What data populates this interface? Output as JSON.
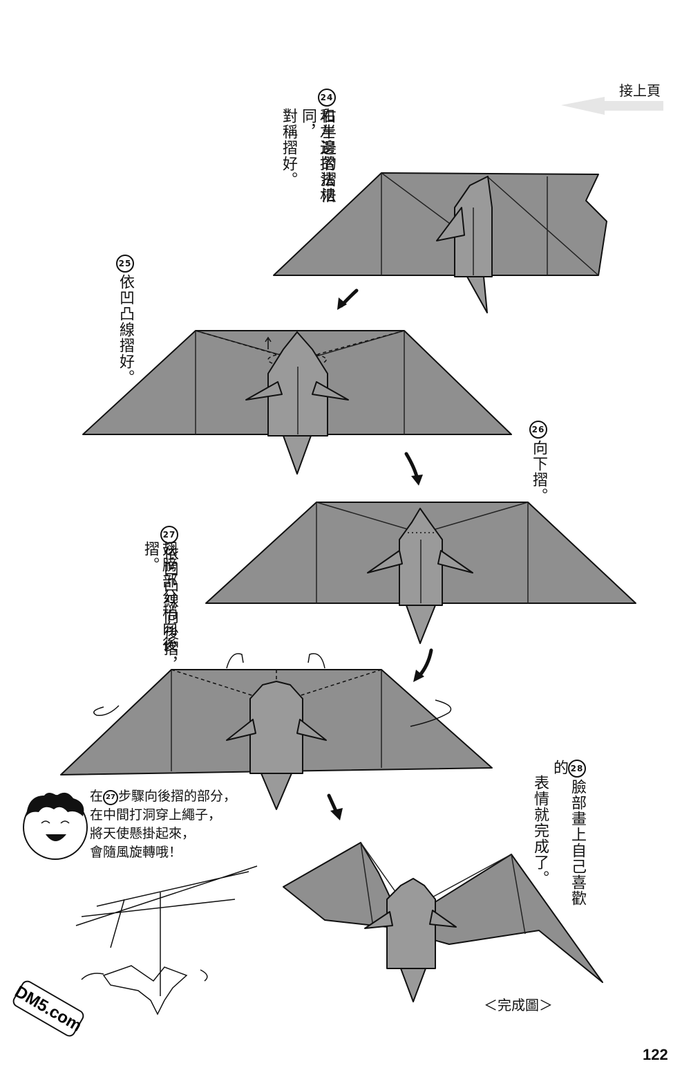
{
  "header": {
    "continue_label": "接上頁"
  },
  "steps": [
    {
      "number": "24",
      "text_col1": "右半邊的摺法",
      "text_col2": "和左邊摺法相同，",
      "text_col3": "對稱摺好。"
    },
    {
      "number": "25",
      "text_col1": "依凹凸線摺好。"
    },
    {
      "number": "26",
      "text_col1": "向下摺。"
    },
    {
      "number": "27",
      "text_col1": "依凹凸線向後摺，",
      "text_col2": "翅膀部分稍向後摺。"
    },
    {
      "number": "28",
      "text_col1": "臉部畫上自己喜歡的",
      "text_col2": "表情就完成了。"
    }
  ],
  "tip": {
    "step_ref": "27",
    "line1_prefix": "在",
    "line1_suffix": "步驟向後摺的部分，",
    "line2": "在中間打洞穿上繩子，",
    "line3": "將天使懸掛起來，",
    "line4": "會隨風旋轉哦！"
  },
  "caption": {
    "completed": "＜完成圖＞"
  },
  "footer": {
    "page_number": "122",
    "watermark": "DM5.com"
  },
  "colors": {
    "paper": "#8f8f8f",
    "ink": "#111111",
    "background": "#ffffff"
  }
}
